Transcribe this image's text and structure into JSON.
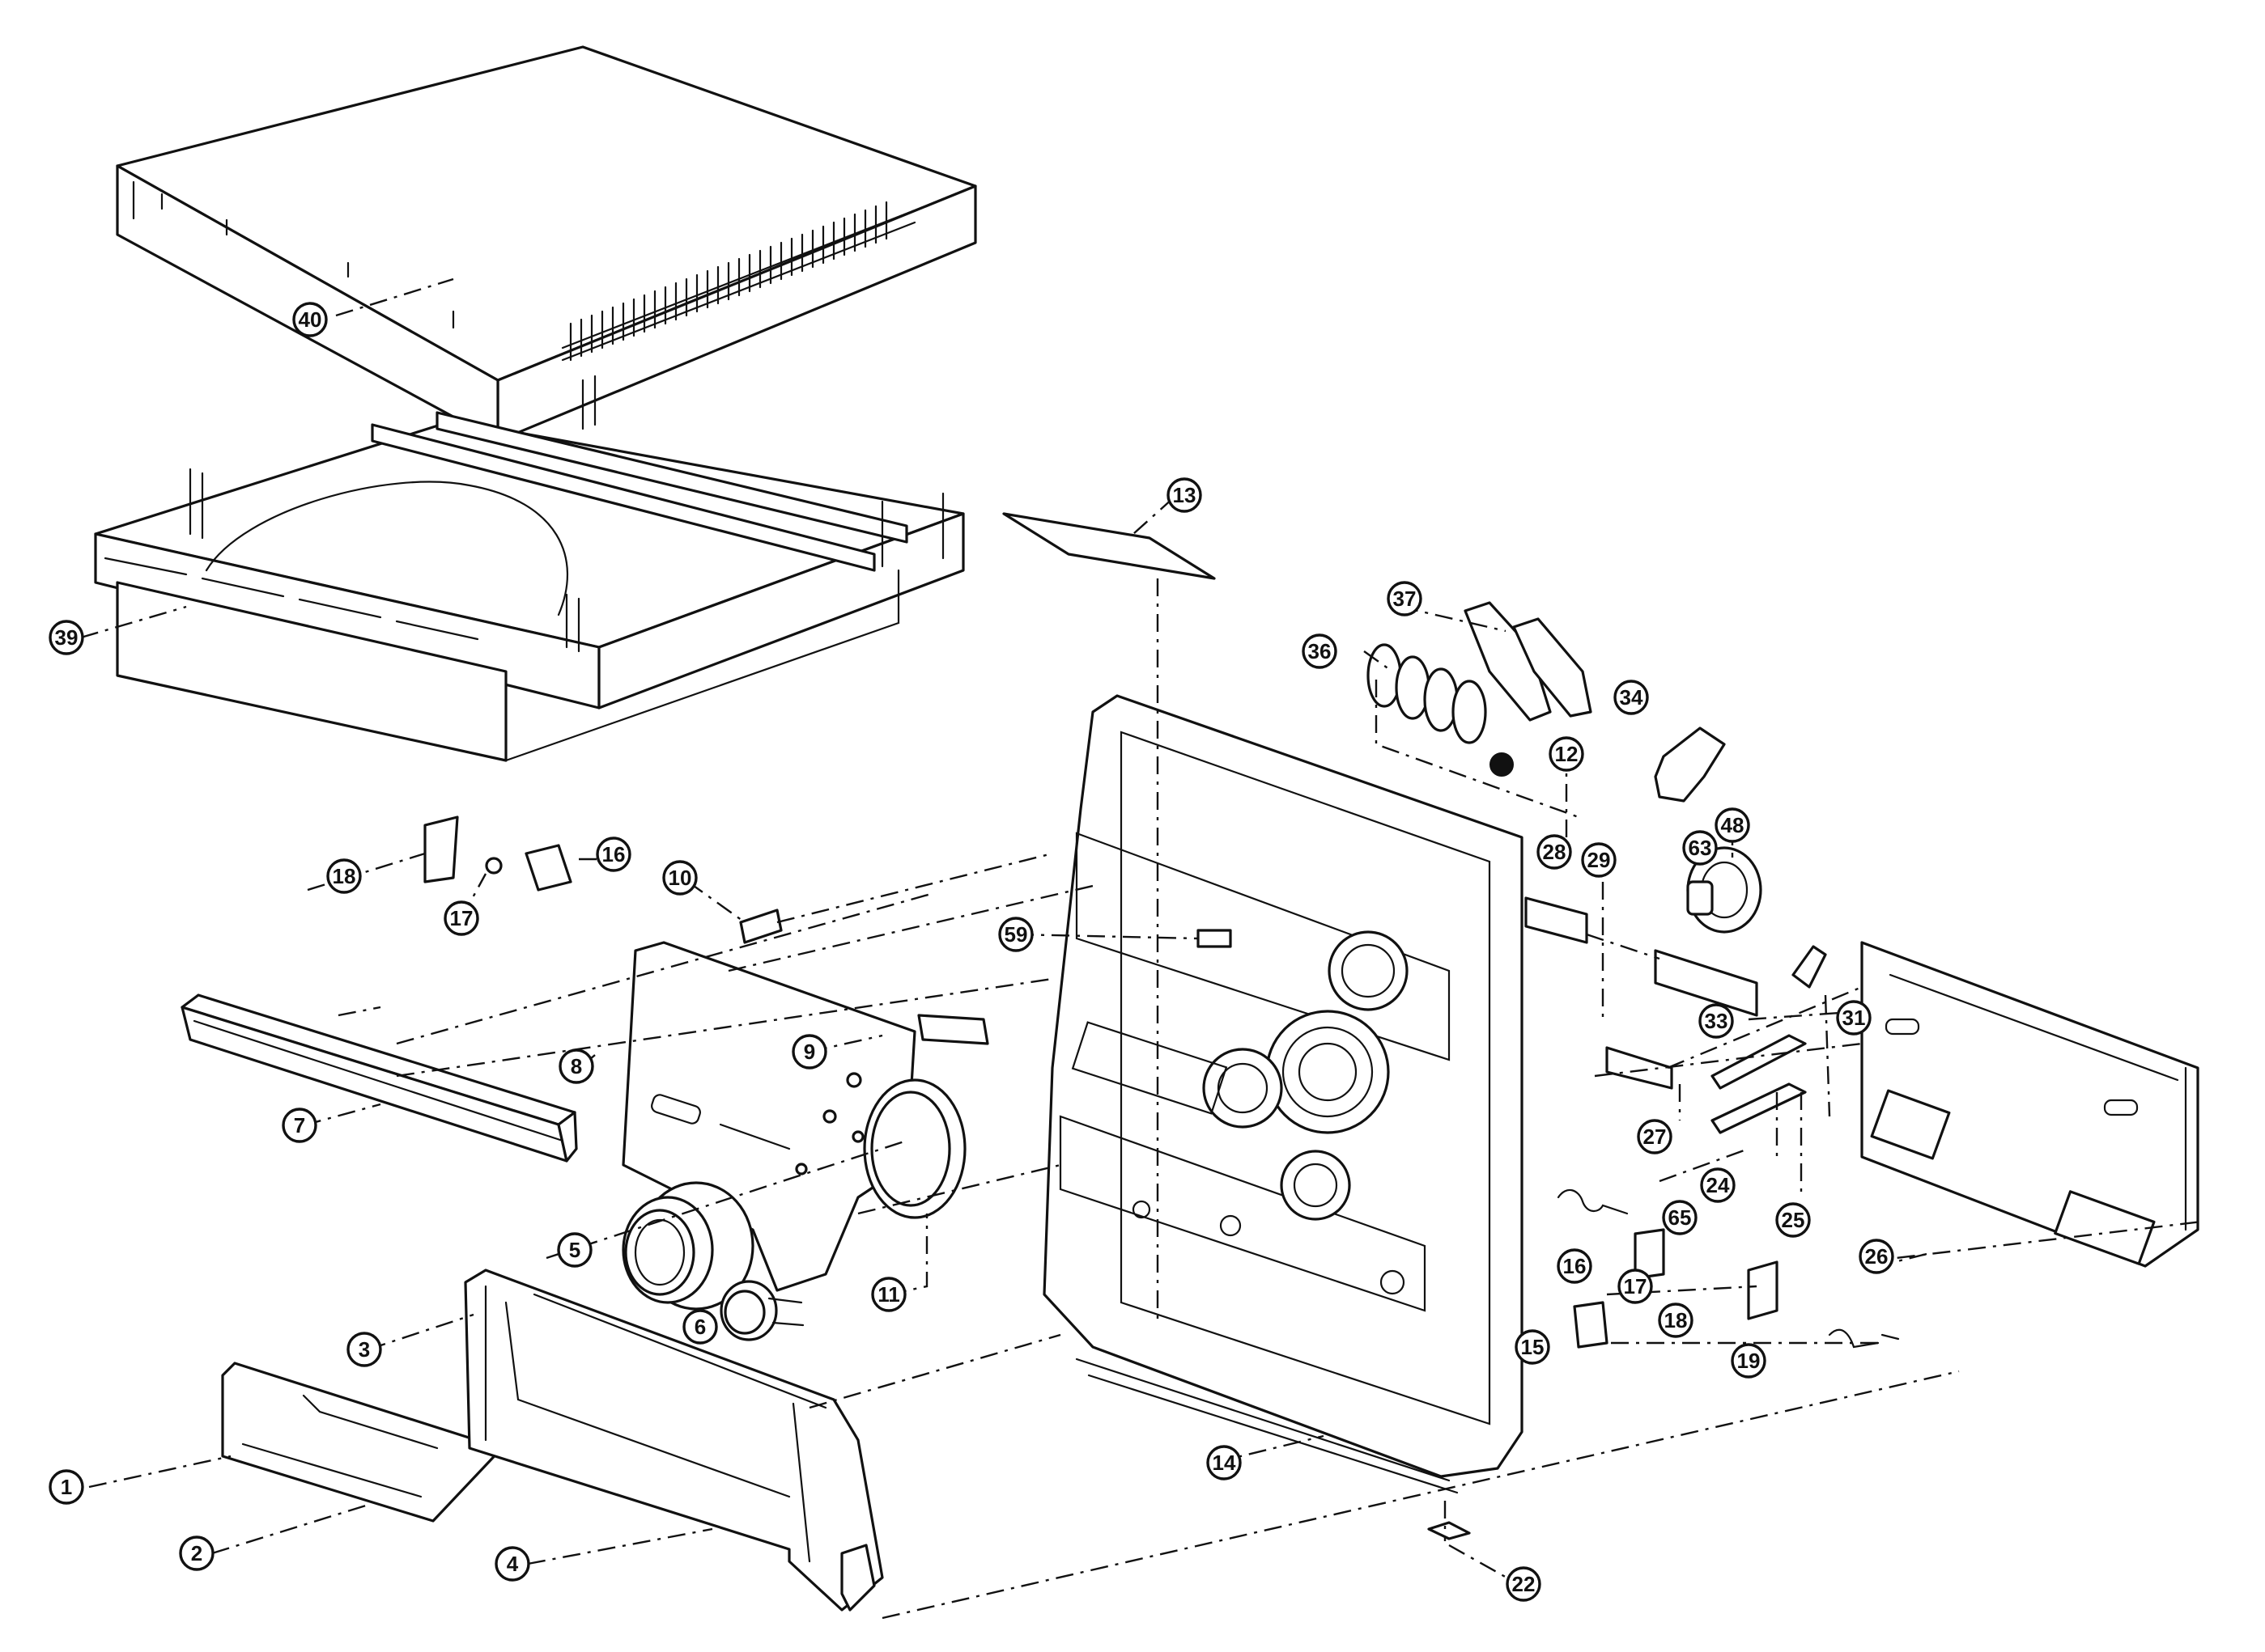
{
  "diagram": {
    "type": "exploded-parts-view",
    "callouts": [
      {
        "id": "c1",
        "label": "1"
      },
      {
        "id": "c2",
        "label": "2"
      },
      {
        "id": "c3",
        "label": "3"
      },
      {
        "id": "c4",
        "label": "4"
      },
      {
        "id": "c5",
        "label": "5"
      },
      {
        "id": "c6",
        "label": "6"
      },
      {
        "id": "c7",
        "label": "7"
      },
      {
        "id": "c8",
        "label": "8"
      },
      {
        "id": "c9",
        "label": "9"
      },
      {
        "id": "c10",
        "label": "10"
      },
      {
        "id": "c11",
        "label": "11"
      },
      {
        "id": "c12",
        "label": "12"
      },
      {
        "id": "c13",
        "label": "13"
      },
      {
        "id": "c14",
        "label": "14"
      },
      {
        "id": "c15",
        "label": "15"
      },
      {
        "id": "c16a",
        "label": "16"
      },
      {
        "id": "c16b",
        "label": "16"
      },
      {
        "id": "c17a",
        "label": "17"
      },
      {
        "id": "c17b",
        "label": "17"
      },
      {
        "id": "c18a",
        "label": "18"
      },
      {
        "id": "c18b",
        "label": "18"
      },
      {
        "id": "c19",
        "label": "19"
      },
      {
        "id": "c22",
        "label": "22"
      },
      {
        "id": "c24",
        "label": "24"
      },
      {
        "id": "c25",
        "label": "25"
      },
      {
        "id": "c26",
        "label": "26"
      },
      {
        "id": "c27",
        "label": "27"
      },
      {
        "id": "c28",
        "label": "28"
      },
      {
        "id": "c29",
        "label": "29"
      },
      {
        "id": "c31",
        "label": "31"
      },
      {
        "id": "c33",
        "label": "33"
      },
      {
        "id": "c34",
        "label": "34"
      },
      {
        "id": "c36",
        "label": "36"
      },
      {
        "id": "c37",
        "label": "37"
      },
      {
        "id": "c39",
        "label": "39"
      },
      {
        "id": "c40",
        "label": "40"
      },
      {
        "id": "c48",
        "label": "48"
      },
      {
        "id": "c59",
        "label": "59"
      },
      {
        "id": "c63",
        "label": "63"
      },
      {
        "id": "c65",
        "label": "65"
      }
    ]
  }
}
